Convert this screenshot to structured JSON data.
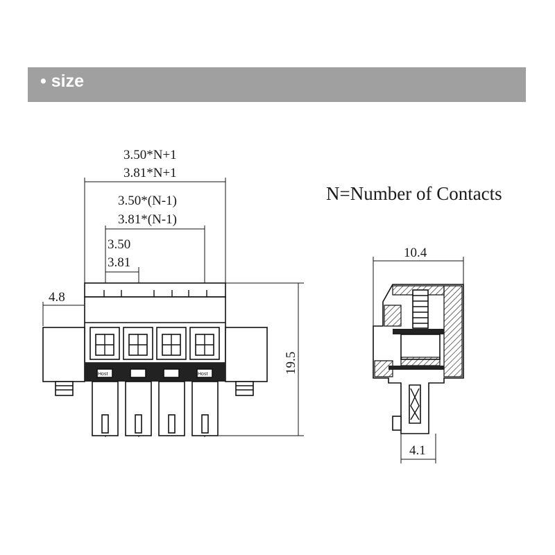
{
  "header": {
    "title": "size"
  },
  "note": "N=Number of Contacts",
  "dimensions": {
    "overall_pitch_350": "3.50*N+1",
    "overall_pitch_381": "3.81*N+1",
    "inner_pitch_350": "3.50*(N-1)",
    "inner_pitch_381": "3.81*(N-1)",
    "pitch_350": "3.50",
    "pitch_381": "3.81",
    "flange": "4.8",
    "height": "19.5",
    "side_width": "10.4",
    "pin_width": "4.1"
  },
  "pin_labels": [
    "Host",
    "Host"
  ],
  "colors": {
    "banner": "#a0a0a0",
    "banner_text": "#ffffff",
    "line": "#111111"
  }
}
